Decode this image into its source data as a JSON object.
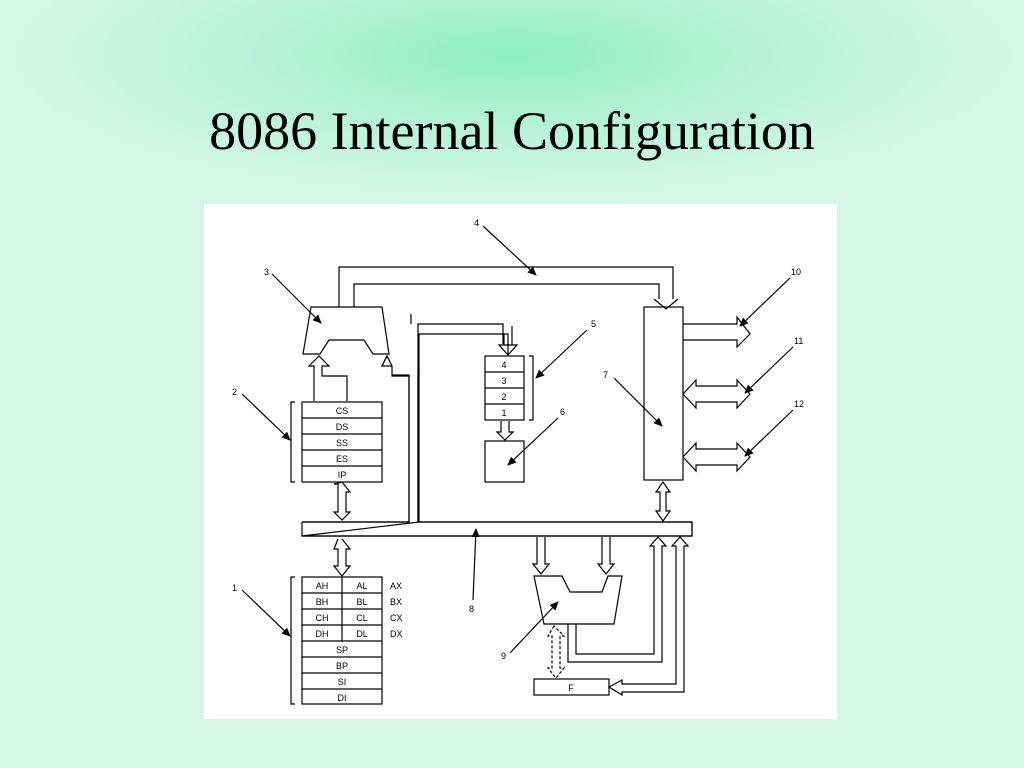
{
  "slide": {
    "title": "8086 Internal Configuration"
  },
  "diagram": {
    "callouts": [
      "1",
      "2",
      "3",
      "4",
      "5",
      "6",
      "7",
      "8",
      "9",
      "10",
      "11",
      "12"
    ],
    "segment_registers": [
      "CS",
      "DS",
      "SS",
      "ES",
      "IP"
    ],
    "instruction_queue": [
      "4",
      "3",
      "2",
      "1"
    ],
    "general_registers": {
      "high": [
        "AH",
        "BH",
        "CH",
        "DH"
      ],
      "low": [
        "AL",
        "BL",
        "CL",
        "DL"
      ],
      "pairs": [
        "AX",
        "BX",
        "CX",
        "DX"
      ],
      "index_pointer": [
        "SP",
        "BP",
        "SI",
        "DI"
      ]
    },
    "flags_register": "F"
  }
}
